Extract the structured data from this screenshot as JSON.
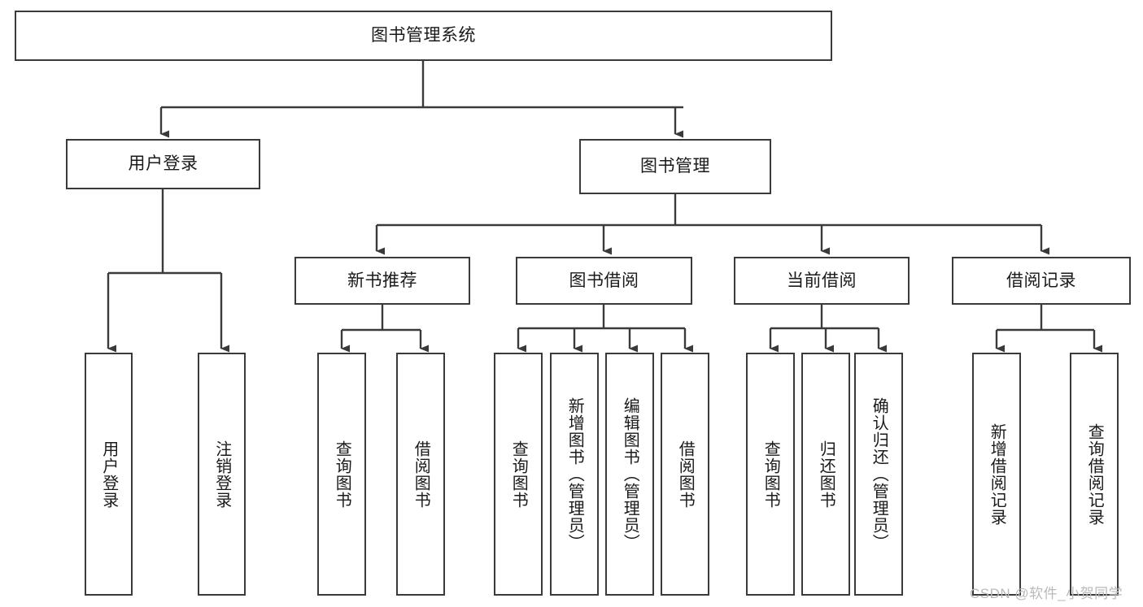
{
  "diagram": {
    "title": "图书管理系统",
    "type": "hierarchy-tree",
    "background_color": "#ffffff",
    "border_color": "#3a3a3a",
    "text_color": "#1a1a1a"
  },
  "root": {
    "label": "图书管理系统"
  },
  "level2": [
    {
      "label": "用户登录"
    },
    {
      "label": "图书管理"
    }
  ],
  "level3": [
    {
      "label": "新书推荐"
    },
    {
      "label": "图书借阅"
    },
    {
      "label": "当前借阅"
    },
    {
      "label": "借阅记录"
    }
  ],
  "leaves": {
    "user_login": [
      {
        "label": "用户登录"
      },
      {
        "label": "注销登录"
      }
    ],
    "new_book_recommend": [
      {
        "label": "查询图书"
      },
      {
        "label": "借阅图书"
      }
    ],
    "book_borrow": [
      {
        "label": "查询图书"
      },
      {
        "label": "新增图书（管理员）"
      },
      {
        "label": "编辑图书（管理员）"
      },
      {
        "label": "借阅图书"
      }
    ],
    "current_borrow": [
      {
        "label": "查询图书"
      },
      {
        "label": "归还图书"
      },
      {
        "label": "确认归还（管理员）"
      }
    ],
    "borrow_record": [
      {
        "label": "新增借阅记录"
      },
      {
        "label": "查询借阅记录"
      }
    ]
  },
  "watermark": {
    "text": "CSDN @软件_小贺同学",
    "color": "#b9b9b9"
  }
}
